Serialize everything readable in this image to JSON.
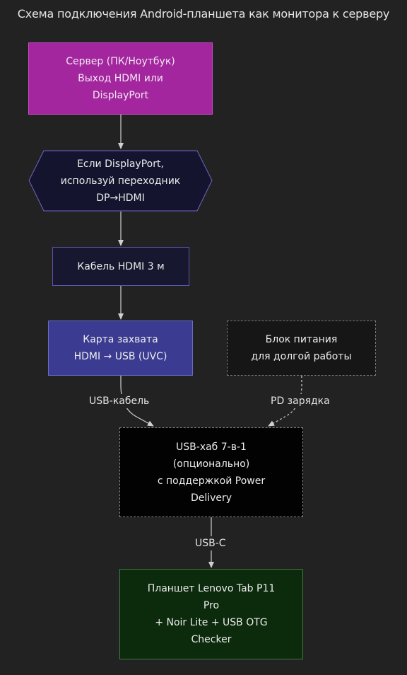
{
  "title": "Схема подключения Android-планшета как монитора к серверу",
  "nodes": {
    "server": {
      "lines": [
        "Сервер (ПК/Ноутбук)",
        "Выход HDMI или",
        "DisplayPort"
      ]
    },
    "adapter": {
      "lines": [
        "Если DisplayPort,",
        "используй переходник",
        "DP→HDMI"
      ]
    },
    "cable": {
      "lines": [
        "Кабель HDMI 3 м"
      ]
    },
    "capture": {
      "lines": [
        "Карта захвата",
        "HDMI → USB (UVC)"
      ]
    },
    "power": {
      "lines": [
        "Блок питания",
        "для долгой работы"
      ]
    },
    "hub": {
      "lines": [
        "USB-хаб 7-в-1",
        "(опционально)",
        "с поддержкой Power",
        "Delivery"
      ]
    },
    "tablet": {
      "lines": [
        "Планшет Lenovo Tab P11",
        "Pro",
        "+ Noir Lite + USB OTG",
        "Checker"
      ]
    }
  },
  "edges": {
    "capture_to_hub": "USB-кабель",
    "power_to_hub": "PD зарядка",
    "hub_to_tablet": "USB-C"
  },
  "colors": {
    "background": "#222222",
    "server": "#a3269f",
    "adapter": "#14142e",
    "capture": "#3a3b91",
    "tablet": "#0c2a0c",
    "hub": "#020202",
    "power": "#161616",
    "edge": "#d0d0d0"
  }
}
